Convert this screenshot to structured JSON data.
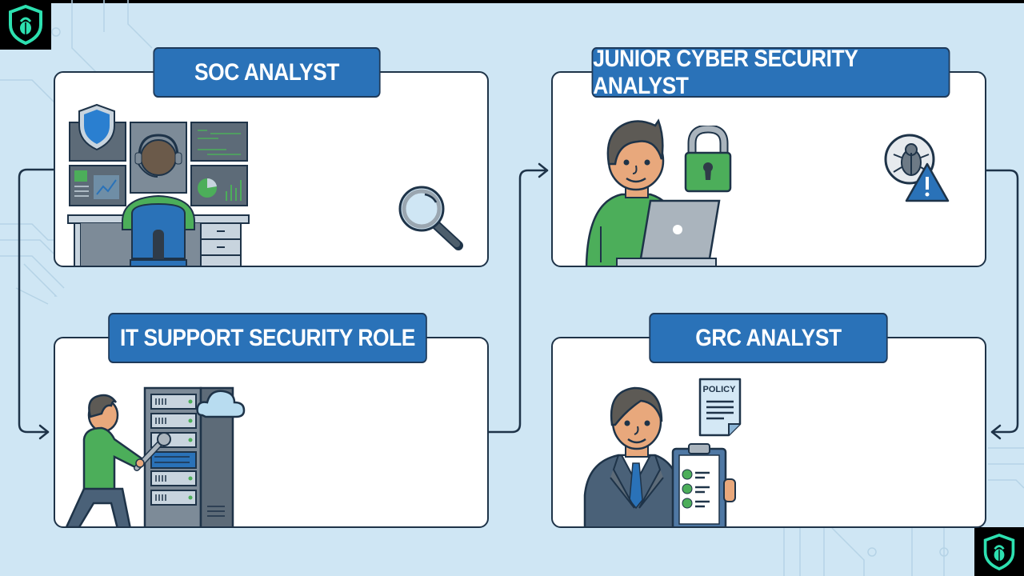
{
  "diagram": {
    "type": "career-path-flow",
    "cards": [
      {
        "id": "soc",
        "title": "SOC ANALYST",
        "illustration": "analyst-at-monitors",
        "extra_icons": [
          "shield-icon",
          "magnifier-icon"
        ]
      },
      {
        "id": "junior",
        "title": "JUNIOR CYBER SECURITY ANALYST",
        "illustration": "person-with-laptop",
        "extra_icons": [
          "padlock-icon",
          "bug-warning-icon"
        ]
      },
      {
        "id": "itsupport",
        "title": "IT SUPPORT SECURITY ROLE",
        "illustration": "technician-at-server-rack",
        "extra_icons": [
          "cloud-icon",
          "wrench-icon"
        ]
      },
      {
        "id": "grc",
        "title": "GRC ANALYST",
        "illustration": "businessman-with-clipboard",
        "extra_icons": [
          "policy-document-icon",
          "checklist-icon"
        ]
      }
    ],
    "policy_doc_text": "POLICY",
    "arrows": [
      {
        "from": "soc",
        "to": "itsupport"
      },
      {
        "from": "itsupport",
        "to": "junior"
      },
      {
        "from": "junior",
        "to": "grc"
      }
    ],
    "colors": {
      "background": "#cfe6f4",
      "label_fill": "#2a72b8",
      "outline": "#1e3348",
      "accent_green": "#4cae5a",
      "logo_teal": "#2de0b0"
    }
  }
}
